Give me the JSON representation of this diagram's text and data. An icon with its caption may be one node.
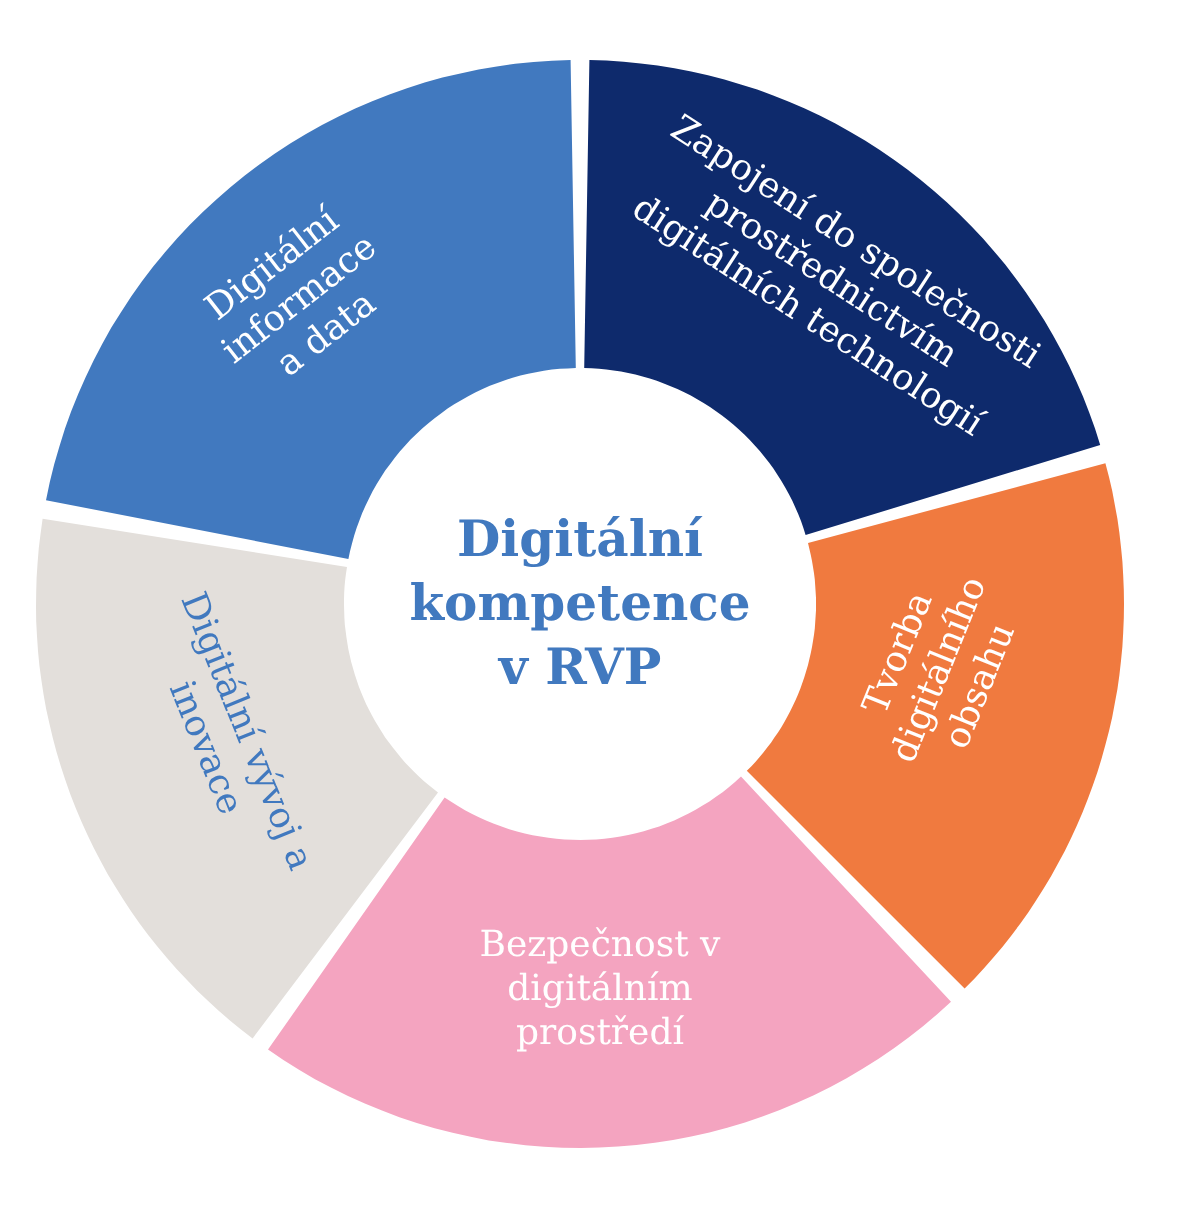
{
  "diagram": {
    "nodes": [
      {
        "text": [
          "Digitální kompetence v RVP"
        ]
      },
      {
        "text": [
          "Digitální informace a data"
        ]
      },
      {
        "text": [
          "Zapojení do společnosti prostřednictvím digitálních technologií"
        ]
      },
      {
        "text": [
          "Tvorba digitálního obsahu"
        ]
      },
      {
        "text": [
          "Bezpečnost v digitálním prostředí"
        ]
      },
      {
        "text": [
          "Digitální vývoj a inovace"
        ]
      }
    ],
    "edges": []
  }
}
